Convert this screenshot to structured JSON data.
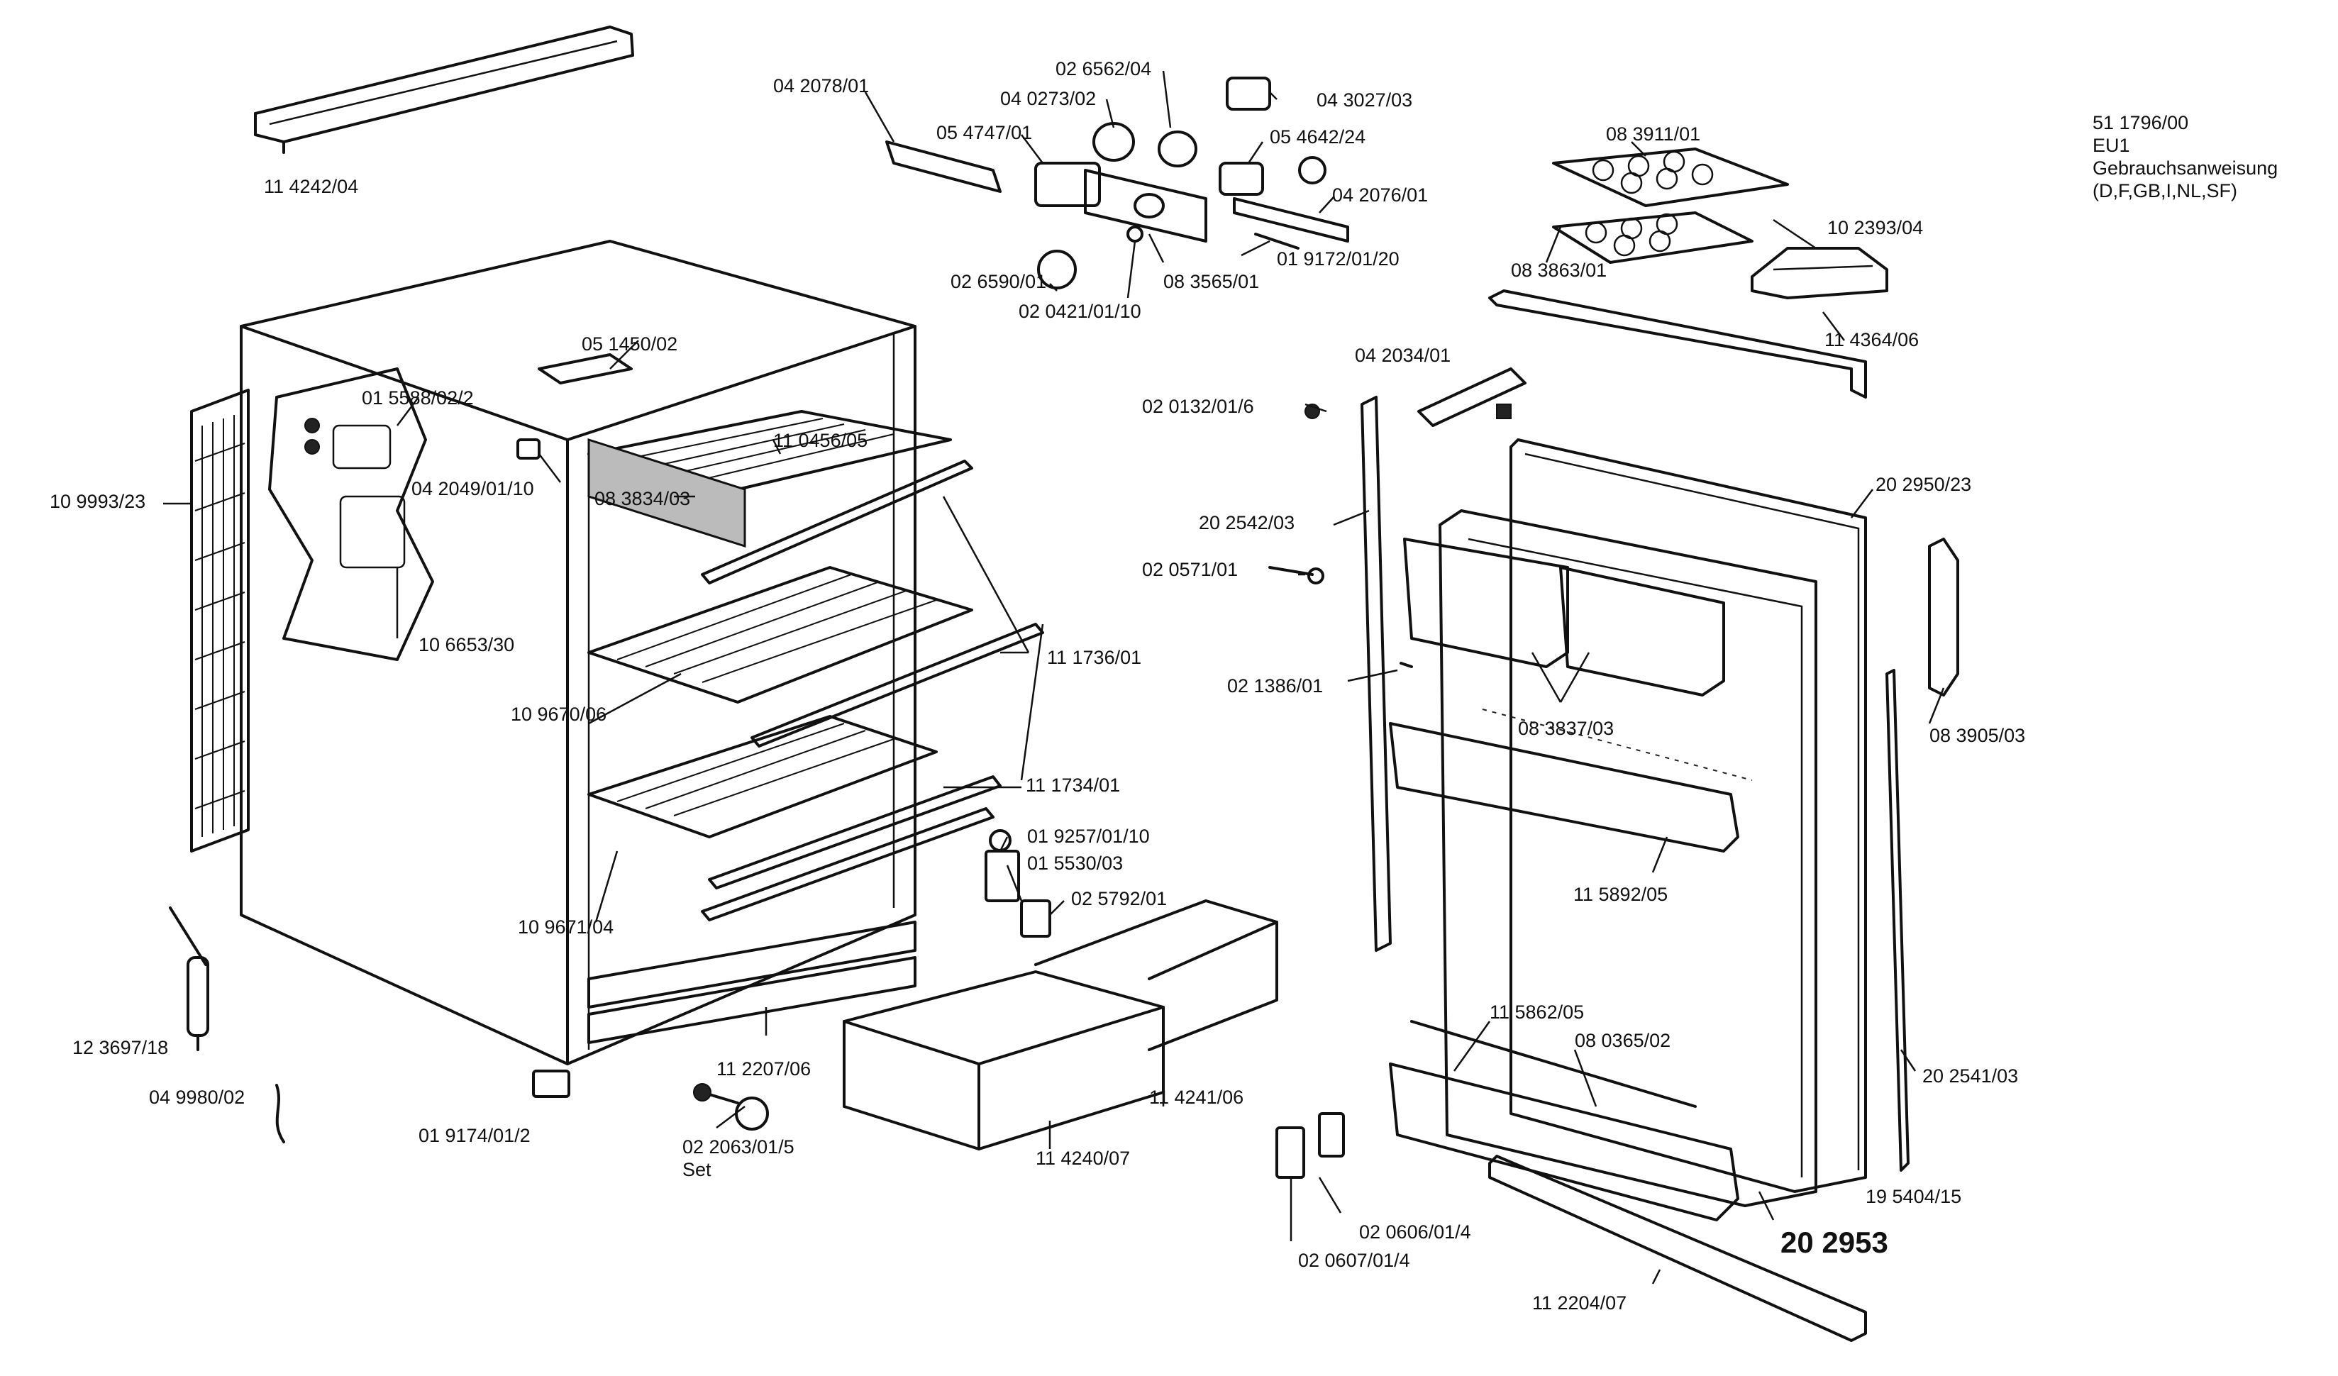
{
  "header": {
    "doc_number": "51 1796/00",
    "variant": "EU1",
    "manual_title": "Gebrauchsanweisung",
    "manual_languages": "(D,F,GB,I,NL,SF)"
  },
  "labels": {
    "p_114242_04": "11 4242/04",
    "p_042078_01": "04 2078/01",
    "p_026562_04": "02 6562/04",
    "p_040273_02": "04 0273/02",
    "p_054747_01": "05 4747/01",
    "p_043027_03": "04 3027/03",
    "p_054642_24": "05 4642/24",
    "p_042076_01": "04 2076/01",
    "p_019172_01_20": "01 9172/01/20",
    "p_083565_01": "08 3565/01",
    "p_026590_01": "02 6590/01",
    "p_020421_01_10": "02 0421/01/10",
    "p_083911_01": "08 3911/01",
    "p_102393_04": "10 2393/04",
    "p_083863_01": "08 3863/01",
    "p_114364_06": "11 4364/06",
    "p_051450_02": "05 1450/02",
    "p_015588_02_2": "01 5588/02/2",
    "p_110456_05": "11 0456/05",
    "p_109993_23": "10 9993/23",
    "p_042049_01_10": "04 2049/01/10",
    "p_083834_03": "08 3834/03",
    "p_106653_30": "10 6653/30",
    "p_111736_01": "11 1736/01",
    "p_109670_06": "10 9670/06",
    "p_111734_01": "11 1734/01",
    "p_019257_01_10": "01 9257/01/10",
    "p_015530_03": "01 5530/03",
    "p_025792_01": "02 5792/01",
    "p_109671_04": "10 9671/04",
    "p_123697_18": "12 3697/18",
    "p_112207_06": "11 2207/06",
    "p_114241_06": "11 4241/06",
    "p_049980_02": "04 9980/02",
    "p_019174_01_2": "01 9174/01/2",
    "p_022063_01_5": "02 2063/01/5",
    "p_set": "Set",
    "p_114240_07": "11 4240/07",
    "p_042034_01": "04 2034/01",
    "p_020132_01_6": "02 0132/01/6",
    "p_202950_23": "20 2950/23",
    "p_202542_03": "20 2542/03",
    "p_020571_01": "02 0571/01",
    "p_021386_01": "02 1386/01",
    "p_083837_03": "08 3837/03",
    "p_083905_03": "08 3905/03",
    "p_115892_05": "11 5892/05",
    "p_115862_05": "11 5862/05",
    "p_080365_02": "08 0365/02",
    "p_202541_03": "20 2541/03",
    "p_195404_15": "19 5404/15",
    "p_202953": "20 2953",
    "p_020606_01_4": "02 0606/01/4",
    "p_020607_01_4": "02 0607/01/4",
    "p_112204_07": "11 2204/07"
  }
}
